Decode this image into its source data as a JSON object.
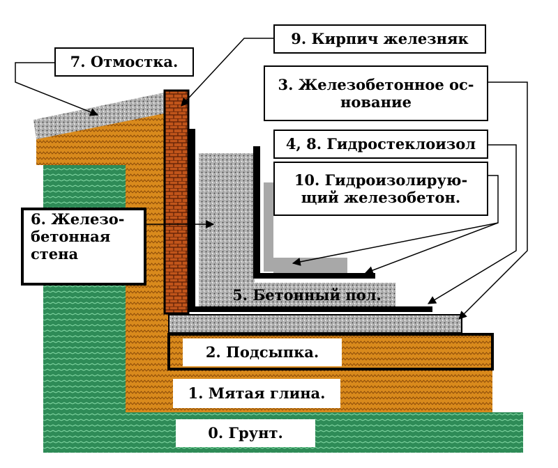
{
  "labels": {
    "l7": "7. Отмостка.",
    "l9": "9. Кирпич железняк",
    "l3_line1": "3. Железобетонное ос-",
    "l3_line2": "нование",
    "l48": "4, 8. Гидростеклоизол",
    "l10_line1": "10. Гидроизолирую-",
    "l10_line2": "щий железобетон.",
    "l6_line1": "6. Железо-",
    "l6_line2": "бетонная",
    "l6_line3": "стена",
    "l5": "5. Бетонный пол.",
    "l2": "2. Подсыпка.",
    "l1": "1. Мятая глина.",
    "l0": "0. Грунт."
  },
  "colors": {
    "soil_green": "#2e8b57",
    "clay_orange": "#d98a1c",
    "brick": "#c0541a",
    "gravel": "#9e9e9e",
    "concrete_gray": "#a8a8a8",
    "insulation_black": "#000000"
  }
}
